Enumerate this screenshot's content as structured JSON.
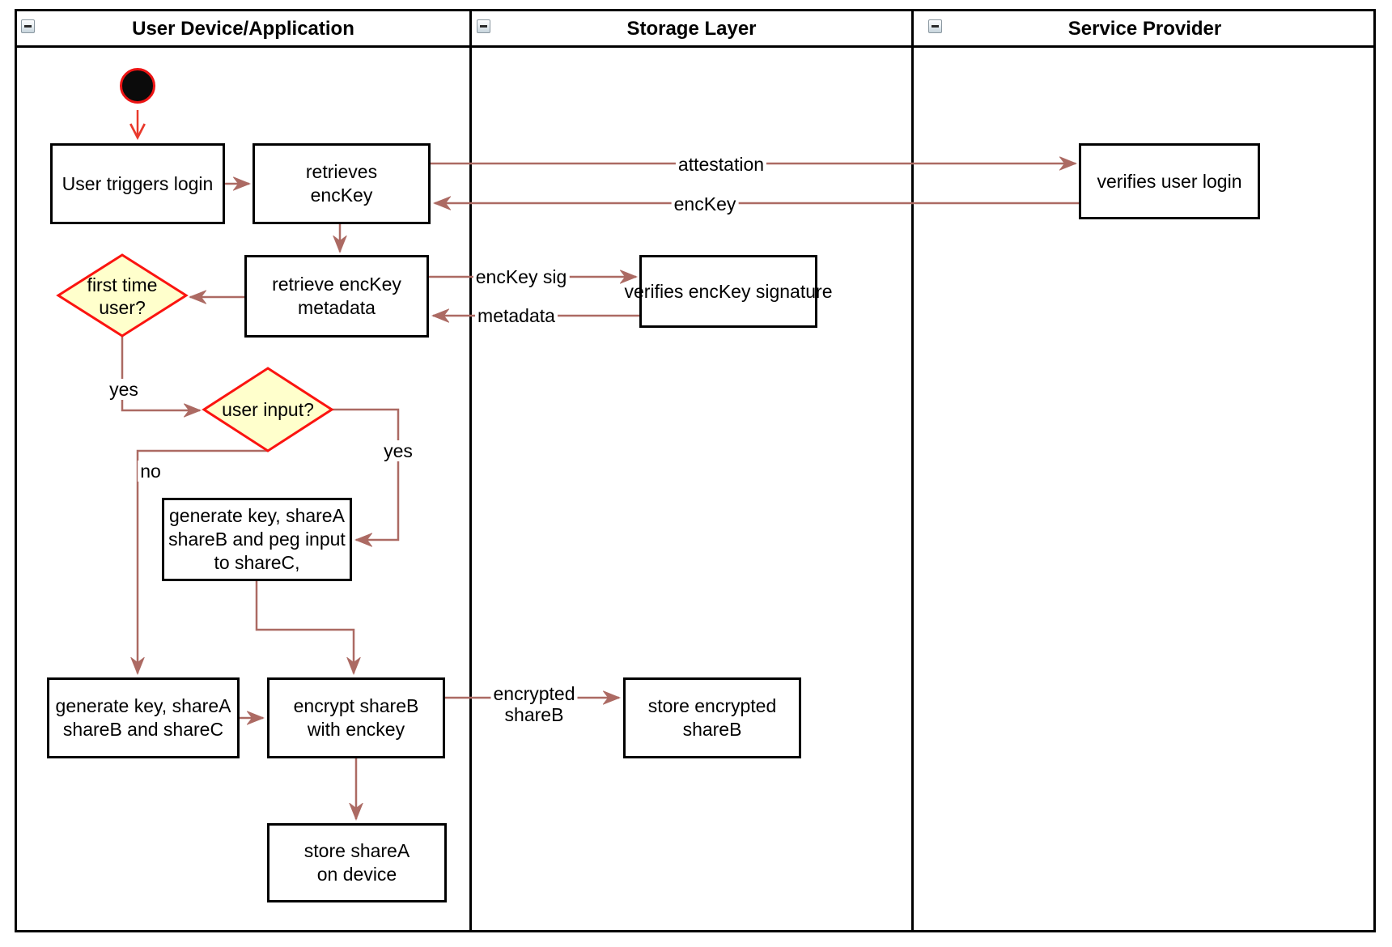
{
  "lanes": [
    {
      "title": "User Device/Application"
    },
    {
      "title": "Storage Layer"
    },
    {
      "title": "Service Provider"
    }
  ],
  "nodes": {
    "user_triggers_login": {
      "label": "User triggers login"
    },
    "retrieves_enckey": {
      "label": "retrieves\nencKey"
    },
    "verifies_user_login": {
      "label": "verifies user login"
    },
    "retrieve_enckey_metadata": {
      "label": "retrieve encKey\nmetadata"
    },
    "verifies_enckey_signature": {
      "label": "verifies encKey signature"
    },
    "first_time_user": {
      "label": "first time\nuser?"
    },
    "user_input": {
      "label": "user input?"
    },
    "generate_key_peg": {
      "label": "generate key, shareA\nshareB and peg input\nto shareC,"
    },
    "generate_key_abc": {
      "label": "generate key, shareA\nshareB and shareC"
    },
    "encrypt_shareb": {
      "label": "encrypt shareB\nwith enckey"
    },
    "store_encrypted_shareb": {
      "label": "store encrypted\nshareB"
    },
    "store_sharea": {
      "label": "store shareA\non device"
    }
  },
  "edge_labels": {
    "attestation": "attestation",
    "enckey": "encKey",
    "enckey_sig": "encKey sig",
    "metadata": "metadata",
    "yes_first_time": "yes",
    "no_user_input": "no",
    "yes_user_input": "yes",
    "encrypted_shareb": "encrypted\nshareB"
  },
  "colors": {
    "connector": "#ac6a63",
    "start_arrow": "#e9392c",
    "start_node_fill": "#0b0b0b",
    "start_node_ring": "#ec1414",
    "decision_fill": "#ffffcc",
    "decision_border": "#fb1410",
    "shape_border": "#000000"
  }
}
